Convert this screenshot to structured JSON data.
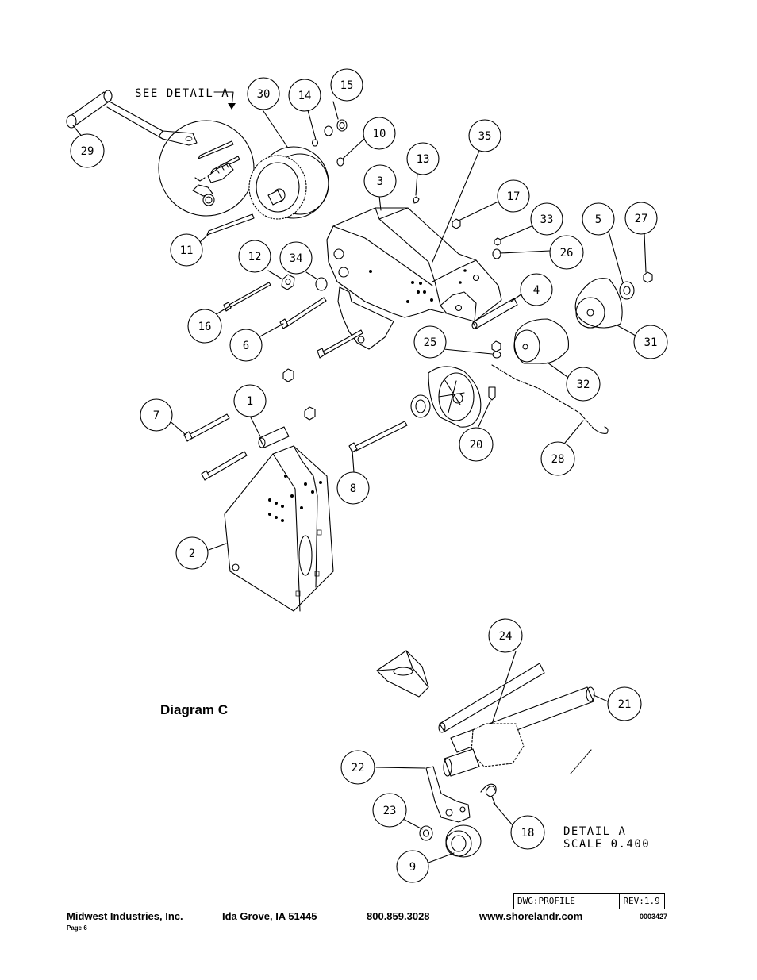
{
  "callouts": {
    "c29": "29",
    "c30": "30",
    "c14": "14",
    "c15": "15",
    "c10": "10",
    "c13": "13",
    "c35": "35",
    "c3": "3",
    "c17": "17",
    "c33": "33",
    "c26": "26",
    "c5": "5",
    "c27": "27",
    "c11": "11",
    "c12": "12",
    "c34": "34",
    "c4": "4",
    "c31": "31",
    "c16": "16",
    "c6": "6",
    "c25": "25",
    "c32": "32",
    "c7": "7",
    "c1": "1",
    "c20": "20",
    "c28": "28",
    "c8": "8",
    "c2": "2",
    "c24": "24",
    "c21": "21",
    "c22": "22",
    "c23": "23",
    "c18": "18",
    "c9": "9"
  },
  "notes": {
    "see_detail": "SEE DETAIL A",
    "detail_title": "DETAIL A",
    "detail_scale": "SCALE 0.400"
  },
  "diagram_label": "Diagram C",
  "title_block": {
    "dwg": "DWG:PROFILE",
    "rev": "REV:1.9"
  },
  "footer": {
    "company": "Midwest Industries, Inc.",
    "city": "Ida Grove, IA  51445",
    "phone": "800.859.3028",
    "website": "www.shorelandr.com",
    "doc_code": "0003427",
    "page": "Page 6"
  }
}
